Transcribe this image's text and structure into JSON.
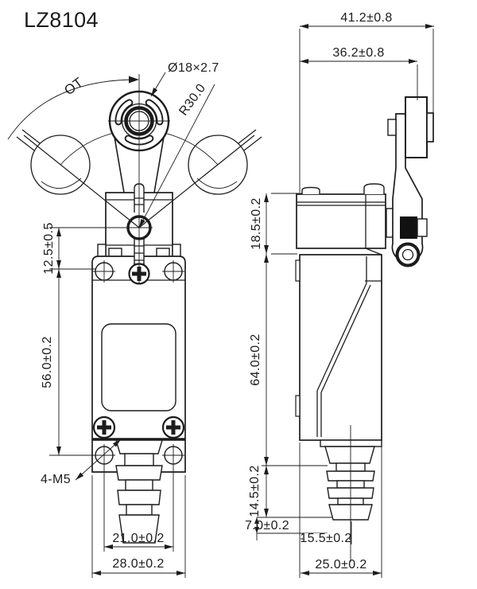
{
  "title": "LZ8104",
  "front_view": {
    "name": "front view of limit switch",
    "labels": {
      "overtravel": "OT",
      "roller_size": "Ø18×2.7",
      "lever_radius": "R30.0",
      "head_offset": "12.5±0.5",
      "body_height": "56.0±0.2",
      "mounting_thread": "4-M5",
      "hole_spacing": "21.0±0.2",
      "body_width": "28.0±0.2"
    }
  },
  "side_view": {
    "name": "side view of limit switch",
    "labels": {
      "overall_depth": "41.2±0.8",
      "roller_center_offset": "36.2±0.8",
      "head_height": "18.5±0.2",
      "body_height": "64.0±0.2",
      "gland_height": "14.5±0.2",
      "gland_tip": "7.0±0.2",
      "gland_offset": "15.5±0.2",
      "body_depth": "25.0±0.2"
    }
  },
  "colors": {
    "line": "#1c1c1c",
    "background": "#ffffff"
  }
}
